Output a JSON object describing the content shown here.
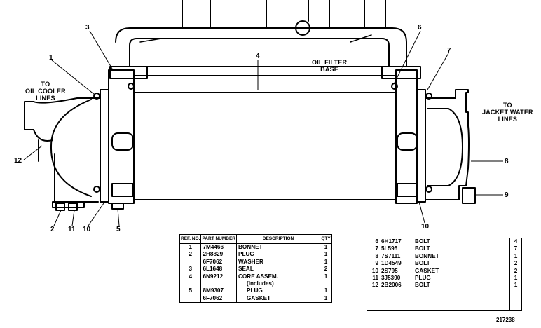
{
  "callouts": {
    "to_oil_cooler": [
      "TO",
      "OIL COOLER",
      "LINES"
    ],
    "oil_filter_base": [
      "OIL FILTER",
      "BASE"
    ],
    "to_jacket_water": [
      "TO",
      "JACKET WATER",
      "LINES"
    ],
    "numbers": {
      "n1": "1",
      "n2": "2",
      "n3": "3",
      "n4": "4",
      "n5": "5",
      "n6": "6",
      "n7": "7",
      "n8": "8",
      "n9": "9",
      "n10a": "10",
      "n10b": "10",
      "n11": "11",
      "n12": "12"
    }
  },
  "parts_table_left": {
    "headers": {
      "ref": "REF. NO.",
      "part": "PART NUMBER",
      "desc": "DESCRIPTION",
      "qty": "QTY"
    },
    "rows": [
      {
        "ref": "1",
        "part": "7M4466",
        "desc": "BONNET",
        "qty": "1"
      },
      {
        "ref": "2",
        "part": "2H8829",
        "desc": "PLUG",
        "qty": "1"
      },
      {
        "ref": "",
        "part": "6F7062",
        "desc": "WASHER",
        "qty": "1"
      },
      {
        "ref": "3",
        "part": "6L1648",
        "desc": "SEAL",
        "qty": "2"
      },
      {
        "ref": "4",
        "part": "6N9212",
        "desc": "CORE ASSEM.",
        "qty": "1"
      },
      {
        "ref": "",
        "part": "",
        "desc": "(Includes)",
        "qty": ""
      },
      {
        "ref": "5",
        "part": "8M9307",
        "desc": "PLUG",
        "qty": "1"
      },
      {
        "ref": "",
        "part": "6F7062",
        "desc": "GASKET",
        "qty": "1"
      }
    ]
  },
  "parts_table_right": {
    "rows": [
      {
        "ref": "6",
        "part": "6H1717",
        "desc": "BOLT",
        "qty": "4"
      },
      {
        "ref": "7",
        "part": "5L595",
        "desc": "BOLT",
        "qty": "7"
      },
      {
        "ref": "8",
        "part": "7S7111",
        "desc": "BONNET",
        "qty": "1"
      },
      {
        "ref": "9",
        "part": "1D4549",
        "desc": "BOLT",
        "qty": "2"
      },
      {
        "ref": "10",
        "part": "2S795",
        "desc": "GASKET",
        "qty": "2"
      },
      {
        "ref": "11",
        "part": "3J5390",
        "desc": "PLUG",
        "qty": "1"
      },
      {
        "ref": "12",
        "part": "2B2006",
        "desc": "BOLT",
        "qty": "1"
      }
    ]
  },
  "figure_number": "217238"
}
